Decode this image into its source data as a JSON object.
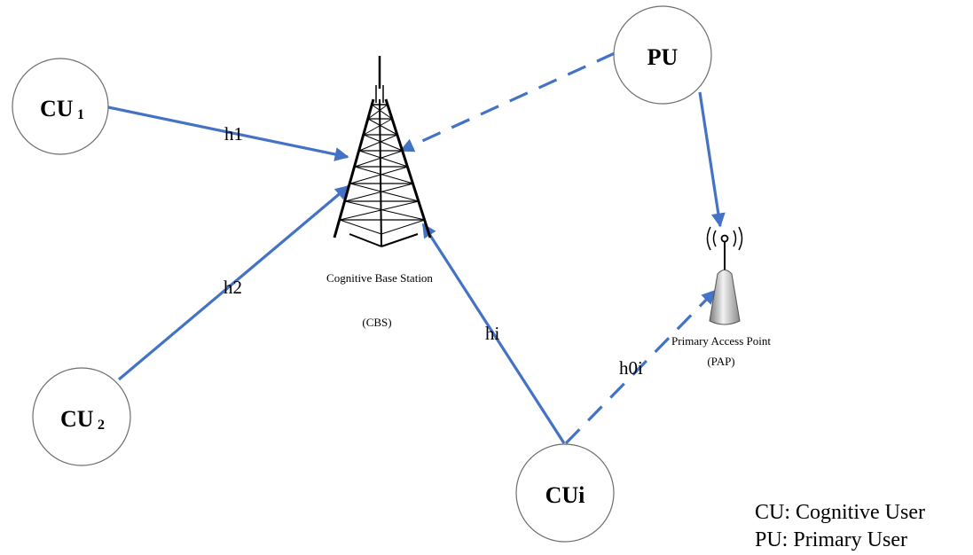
{
  "nodes": {
    "cu1": {
      "label": "CU",
      "sub": "1"
    },
    "cu2": {
      "label": "CU",
      "sub": "2"
    },
    "cui": {
      "label": "CUi"
    },
    "pu": {
      "label": "PU"
    }
  },
  "base_station": {
    "name": "Cognitive Base Station",
    "abbr": "(CBS)"
  },
  "access_point": {
    "name": "Primary Access Point",
    "abbr": "(PAP)"
  },
  "links": {
    "h1": "h1",
    "h2": "h2",
    "hi": "hi",
    "h0i": "h0i"
  },
  "legend": {
    "cu": "CU: Cognitive User",
    "pu": "PU: Primary User"
  },
  "colors": {
    "link": "#4472c4",
    "node_border": "#6e6e6e"
  }
}
